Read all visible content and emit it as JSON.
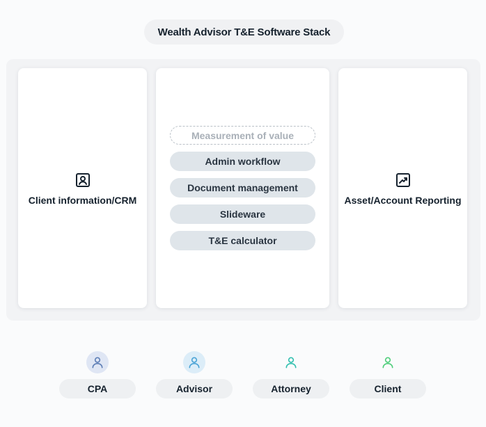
{
  "title": "Wealth Advisor T&E Software Stack",
  "stack": {
    "left": {
      "label": "Client information/CRM",
      "icon": "contact-card-icon"
    },
    "middle": {
      "tools": [
        {
          "label": "Measurement of value",
          "style": "dashed"
        },
        {
          "label": "Admin workflow",
          "style": "solid"
        },
        {
          "label": "Document management",
          "style": "solid"
        },
        {
          "label": "Slideware",
          "style": "solid"
        },
        {
          "label": "T&E calculator",
          "style": "solid"
        }
      ]
    },
    "right": {
      "label": "Asset/Account Reporting",
      "icon": "trend-chart-icon"
    }
  },
  "people": [
    {
      "label": "CPA",
      "icon": "person-icon",
      "color": "#5e7fb6",
      "bg": "#dfe6f4"
    },
    {
      "label": "Advisor",
      "icon": "person-icon",
      "color": "#4ca4d6",
      "bg": "#dcedf8"
    },
    {
      "label": "Attorney",
      "icon": "person-icon",
      "color": "#34c0b0",
      "bg": "#ffffff"
    },
    {
      "label": "Client",
      "icon": "person-icon",
      "color": "#4fce7b",
      "bg": "#ffffff"
    }
  ]
}
